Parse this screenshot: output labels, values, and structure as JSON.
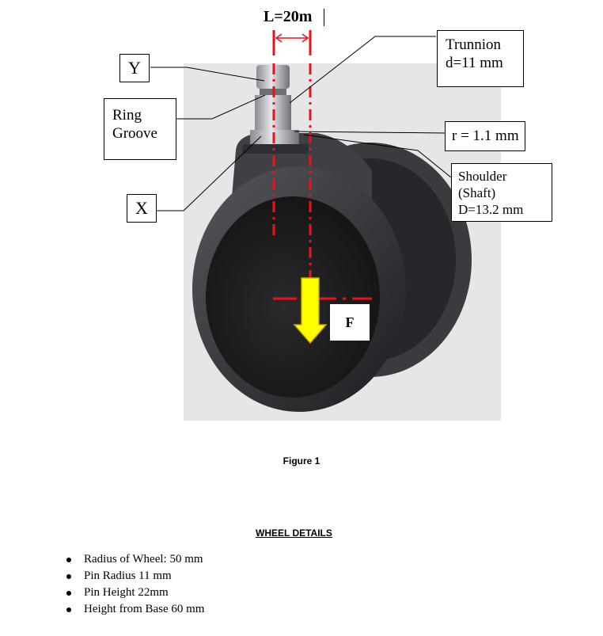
{
  "figure": {
    "length_label": "L=20m",
    "force_label": "F",
    "labels": {
      "y": "Y",
      "ring_groove": [
        "Ring",
        "Groove"
      ],
      "x": "X",
      "trunnion": [
        "Trunnion",
        "d=11 mm"
      ],
      "radius": "r = 1.1 mm",
      "shoulder": [
        "Shoulder",
        "(Shaft)",
        "D=13.2 mm"
      ]
    },
    "caption": "Figure 1",
    "colors": {
      "dimension_lines": "#e8141c",
      "force_arrow": "#ffff00",
      "wheel": "#2c2d31",
      "background": "#e6e6e8"
    }
  },
  "details": {
    "heading": "WHEEL DETAILS",
    "items": [
      "Radius of Wheel: 50 mm",
      "Pin Radius 11 mm",
      "Pin Height 22mm",
      "Height from Base 60 mm"
    ]
  }
}
